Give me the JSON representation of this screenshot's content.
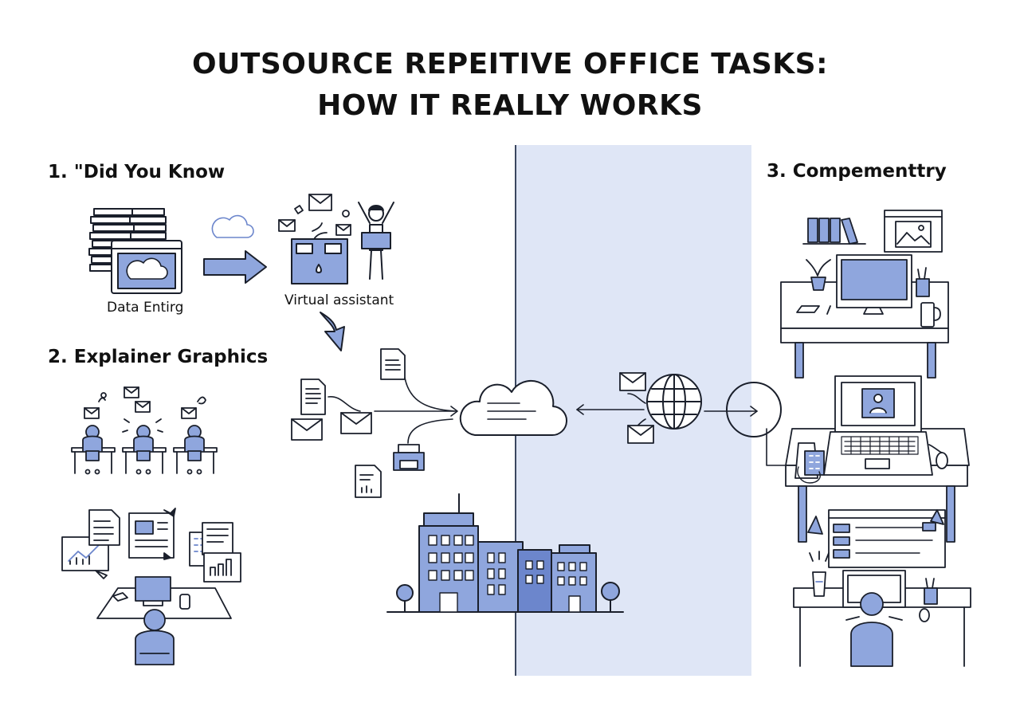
{
  "title": {
    "line1": "OUTSOURCE REPEITIVE OFFICE TASKS:",
    "line2": "HOW IT REALLY WORKS"
  },
  "sections": {
    "s1": "1. \"Did You Know",
    "s2": "2. Explainer Graphics",
    "s3": "3. Compementtry"
  },
  "captions": {
    "data_entry": "Data Entirg",
    "virtual_assistant": "Virtual assistant"
  },
  "colors": {
    "accent_fill": "#8fa6dd",
    "accent_dark": "#6c86cc",
    "band": "#dfe6f6",
    "line": "#1a1f2b"
  }
}
